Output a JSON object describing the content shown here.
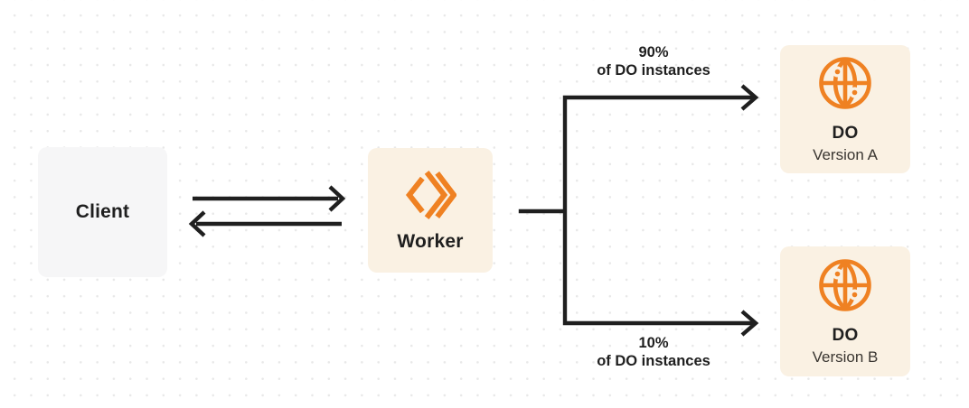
{
  "diagram": {
    "name": "worker-do-gradual-deployment-diagram",
    "nodes": {
      "client": {
        "label": "Client"
      },
      "worker": {
        "label": "Worker",
        "icon": "workers-chevron-icon"
      },
      "do_a": {
        "title": "DO",
        "subtitle": "Version A",
        "icon": "globe-icon"
      },
      "do_b": {
        "title": "DO",
        "subtitle": "Version B",
        "icon": "globe-icon"
      }
    },
    "edges": {
      "client_worker": {
        "type": "bidirectional-arrows"
      },
      "to_do_a": {
        "percent": "90%",
        "caption": "of DO instances"
      },
      "to_do_b": {
        "percent": "10%",
        "caption": "of DO instances"
      }
    }
  },
  "colors": {
    "accent": "#EF8122",
    "line": "#1F1F1F",
    "node_cream_bg": "#FAF1E3",
    "node_gray_bg": "#F6F6F7",
    "text_dark": "#1F1F1F",
    "text_secondary": "#3A3631",
    "dot_grid": "#E8E8E8"
  }
}
